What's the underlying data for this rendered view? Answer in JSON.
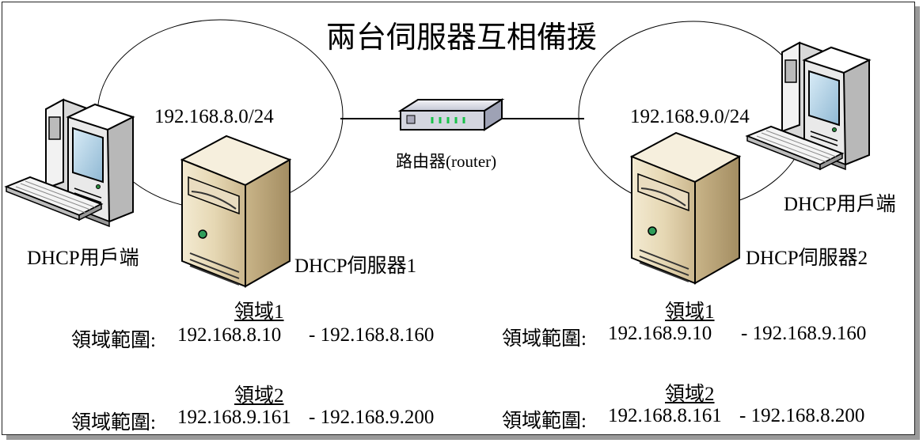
{
  "title": "兩台伺服器互相備援",
  "left": {
    "subnet": "192.168.8.0/24",
    "client_label": "DHCP用戶端",
    "server_label": "DHCP伺服器1",
    "scope1": {
      "title": "領域1",
      "range_label": "領域範圍:",
      "start": "192.168.8.10",
      "end": "- 192.168.8.160"
    },
    "scope2": {
      "title": "領域2",
      "range_label": "領域範圍:",
      "start": "192.168.9.161",
      "end": "- 192.168.9.200"
    }
  },
  "right": {
    "subnet": "192.168.9.0/24",
    "client_label": "DHCP用戶端",
    "server_label": "DHCP伺服器2",
    "scope1": {
      "title": "領域1",
      "range_label": "領域範圍:",
      "start": "192.168.9.10",
      "end": "- 192.168.9.160"
    },
    "scope2": {
      "title": "領域2",
      "range_label": "領域範圍:",
      "start": "192.168.8.161",
      "end": "- 192.168.8.200"
    }
  },
  "router_label": "路由器(router)",
  "icons": [
    "pc-icon",
    "server-icon",
    "router-icon",
    "keyboard-icon"
  ]
}
